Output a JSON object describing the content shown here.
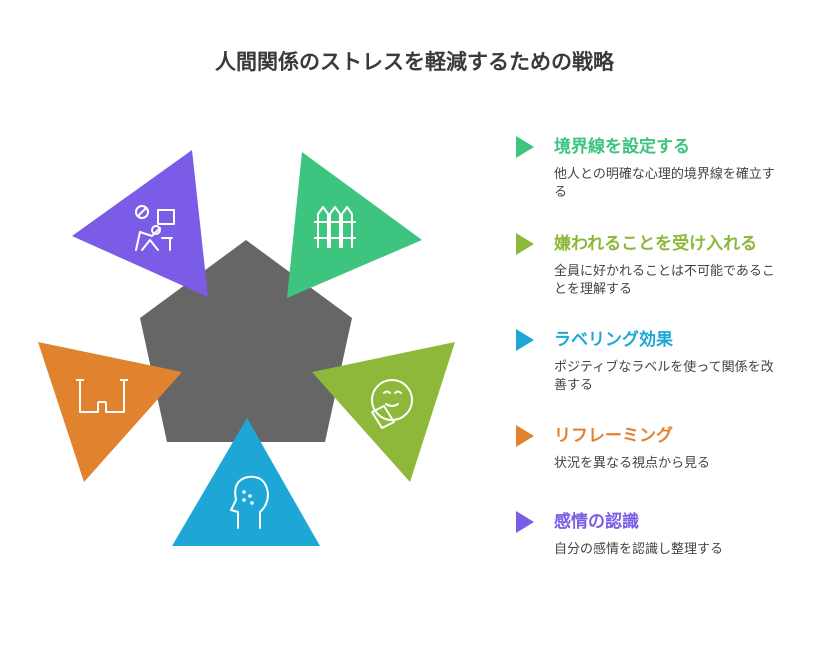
{
  "title": "人間関係のストレスを軽減するための戦略",
  "items": [
    {
      "heading": "境界線を設定する",
      "description": "他人との明確な心理的境界線を確立する",
      "color": "#3dc47e",
      "icon": "fence-icon"
    },
    {
      "heading": "嫌われることを受け入れる",
      "description": "全員に好かれることは不可能であることを理解する",
      "color": "#8db83a",
      "icon": "reading-person-icon"
    },
    {
      "heading": "ラベリング効果",
      "description": "ポジティブなラベルを使って関係を改善する",
      "color": "#1ea7d6",
      "icon": "head-profile-icon"
    },
    {
      "heading": "リフレーミング",
      "description": "状況を異なる視点から見る",
      "color": "#e0822e",
      "icon": "glasses-icon"
    },
    {
      "heading": "感情の認識",
      "description": "自分の感情を認識し整理する",
      "color": "#7b5ce6",
      "icon": "person-at-desk-icon"
    }
  ]
}
